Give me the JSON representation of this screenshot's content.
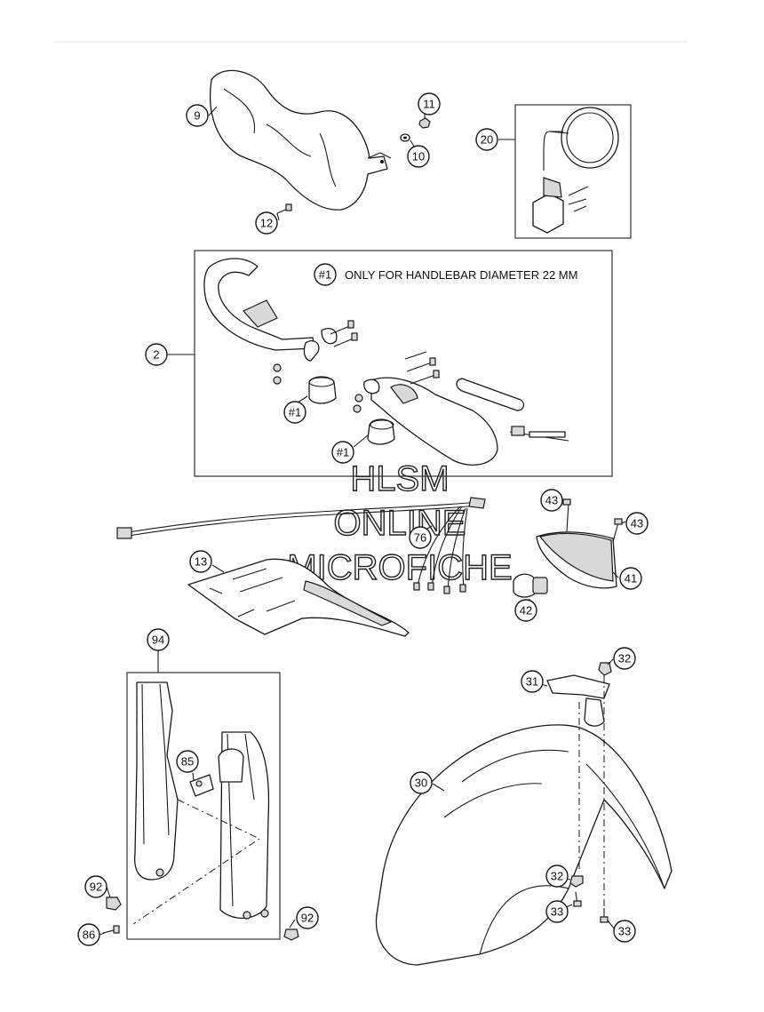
{
  "callouts": {
    "c9": "9",
    "c11": "11",
    "c10": "10",
    "c12": "12",
    "c20": "20",
    "c2": "2",
    "c1a": "#1",
    "c1b": "#1",
    "c1note": "#1",
    "c43a": "43",
    "c43b": "43",
    "c41": "41",
    "c42": "42",
    "c76": "76",
    "c13": "13",
    "c94": "94",
    "c85": "85",
    "c92a": "92",
    "c92b": "92",
    "c86": "86",
    "c31": "31",
    "c32a": "32",
    "c30": "30",
    "c32b": "32",
    "c33a": "33",
    "c33b": "33"
  },
  "note": "ONLY FOR HANDLEBAR DIAMETER 22 MM",
  "watermark": {
    "line1": "HLSM",
    "line2": "ONLINE",
    "line3": "MICROFICHE"
  }
}
